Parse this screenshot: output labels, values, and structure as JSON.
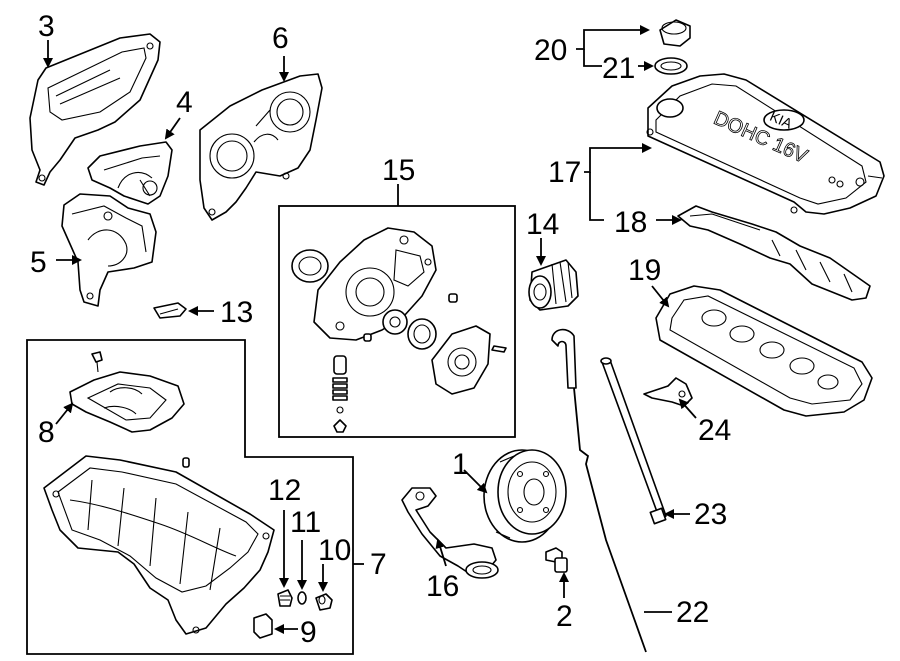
{
  "diagram": {
    "callouts": [
      {
        "id": "1",
        "label": "1"
      },
      {
        "id": "2",
        "label": "2"
      },
      {
        "id": "3",
        "label": "3"
      },
      {
        "id": "4",
        "label": "4"
      },
      {
        "id": "5",
        "label": "5"
      },
      {
        "id": "6",
        "label": "6"
      },
      {
        "id": "7",
        "label": "7"
      },
      {
        "id": "8",
        "label": "8"
      },
      {
        "id": "9",
        "label": "9"
      },
      {
        "id": "10",
        "label": "10"
      },
      {
        "id": "11",
        "label": "11"
      },
      {
        "id": "12",
        "label": "12"
      },
      {
        "id": "13",
        "label": "13"
      },
      {
        "id": "14",
        "label": "14"
      },
      {
        "id": "15",
        "label": "15"
      },
      {
        "id": "16",
        "label": "16"
      },
      {
        "id": "17",
        "label": "17"
      },
      {
        "id": "18",
        "label": "18"
      },
      {
        "id": "19",
        "label": "19"
      },
      {
        "id": "20",
        "label": "20"
      },
      {
        "id": "21",
        "label": "21"
      },
      {
        "id": "22",
        "label": "22"
      },
      {
        "id": "23",
        "label": "23"
      },
      {
        "id": "24",
        "label": "24"
      }
    ],
    "cover_marking_brand": "KIA",
    "cover_marking_engine": "DOHC 16V"
  }
}
